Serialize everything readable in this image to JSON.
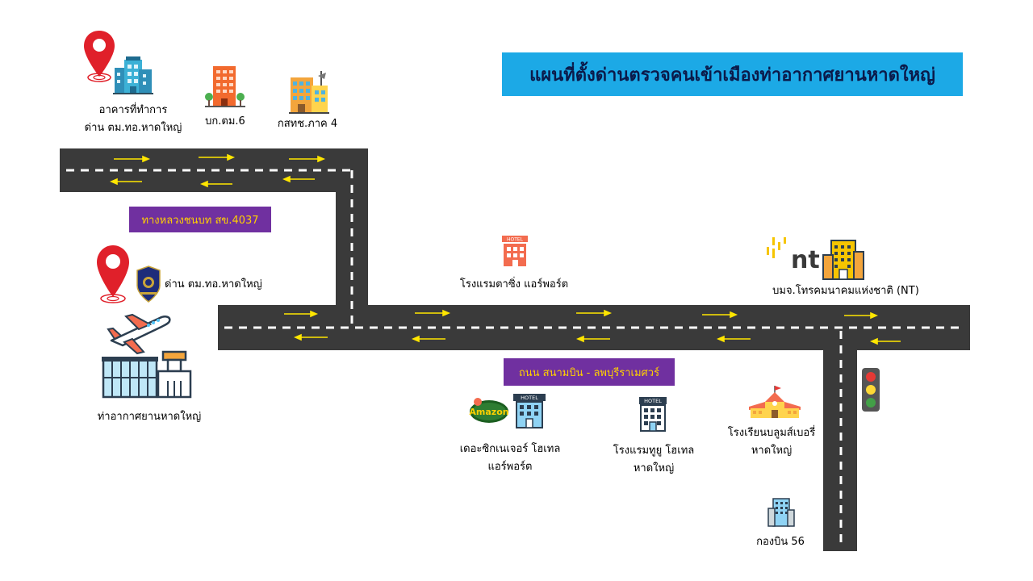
{
  "map_title": "แผนที่ตั้งด่านตรวจคนเข้าเมืองท่าอากาศยานหาดใหญ่",
  "roads": {
    "top_road_label": "ทางหลวงชนบท สข.4037",
    "main_road_label": "ถนน สนามบิน - ลพบุรีราเมศวร์"
  },
  "places": {
    "office_building": [
      "อาคารที่ทำการ",
      "ด่าน ตม.ทอ.หาดใหญ่"
    ],
    "bk_tm6": "บก.ตม.6",
    "ksthch": "กสทช.ภาค 4",
    "checkpoint": "ด่าน ตม.ทอ.หาดใหญ่",
    "airport": "ท่าอากาศยานหาดใหญ่",
    "hotel_tasing": "โรงแรมตาซิ่ง แอร์พอร์ต",
    "nt_company": "บมจ.โทรคมนาคมแห่งชาติ (NT)",
    "nt_logo": "nt",
    "the_signature": [
      "เดอะซิกเนเจอร์ โฮเทล",
      "แอร์พอร์ต"
    ],
    "hotel_tu": [
      "โรงแรมทูยู โฮเทล",
      "หาดใหญ่"
    ],
    "school": [
      "โรงเรียนบลูมส์เบอรี่",
      "หาดใหญ่"
    ],
    "kongbin56": "กองบิน 56",
    "amazon_logo": "Amazon",
    "hotel_sign": "HOTEL"
  },
  "colors": {
    "road": "#3a3a3a",
    "lane_marking": "#ffffff",
    "arrow": "#FFE600",
    "pin": "#E0202A",
    "title_bg": "#1CA9E6",
    "label_bg": "#7030A0",
    "label_text": "#FFD000"
  },
  "icons": [
    "location-pin-icon",
    "building-icon",
    "hotel-icon",
    "airport-icon",
    "plane-icon",
    "school-icon",
    "traffic-light-icon",
    "police-badge-icon"
  ]
}
